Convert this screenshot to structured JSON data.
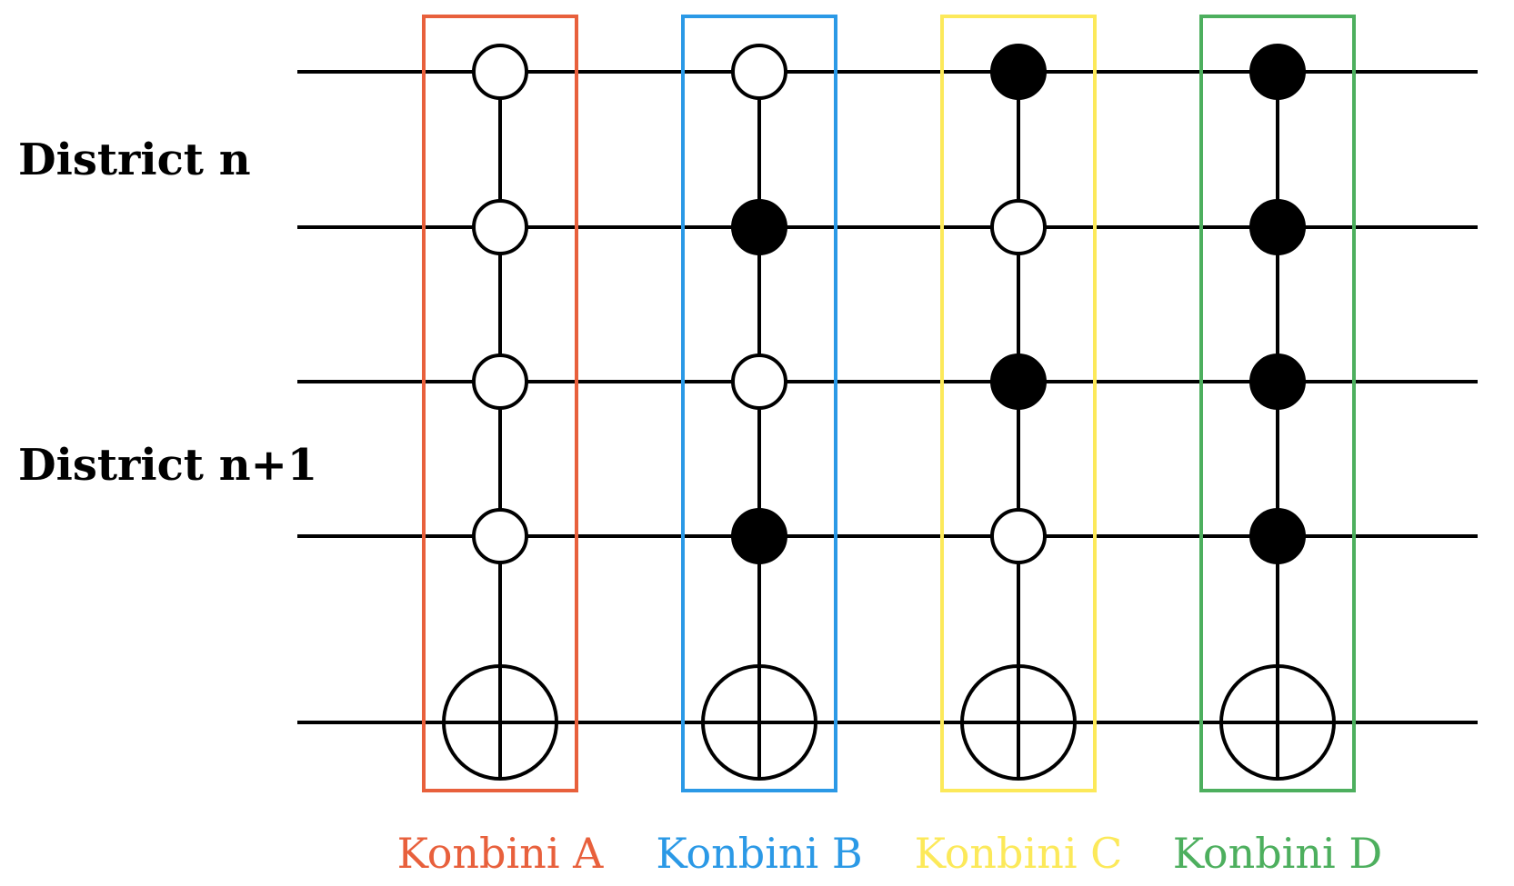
{
  "district_labels": [
    "District n",
    "District n+1"
  ],
  "wires": {
    "count": 5,
    "color": "#000000"
  },
  "control_colors": {
    "filled": "#000000",
    "empty": "#ffffff"
  },
  "gates": [
    {
      "label": "Konbini A",
      "color": "#E8603C",
      "controls": [
        "empty",
        "empty",
        "empty",
        "empty"
      ],
      "target": "xor"
    },
    {
      "label": "Konbini B",
      "color": "#2B99E6",
      "controls": [
        "empty",
        "filled",
        "empty",
        "filled"
      ],
      "target": "xor"
    },
    {
      "label": "Konbini C",
      "color": "#FCE95A",
      "controls": [
        "filled",
        "empty",
        "filled",
        "empty"
      ],
      "target": "xor"
    },
    {
      "label": "Konbini D",
      "color": "#4DAF5E",
      "controls": [
        "filled",
        "filled",
        "filled",
        "filled"
      ],
      "target": "xor"
    }
  ]
}
